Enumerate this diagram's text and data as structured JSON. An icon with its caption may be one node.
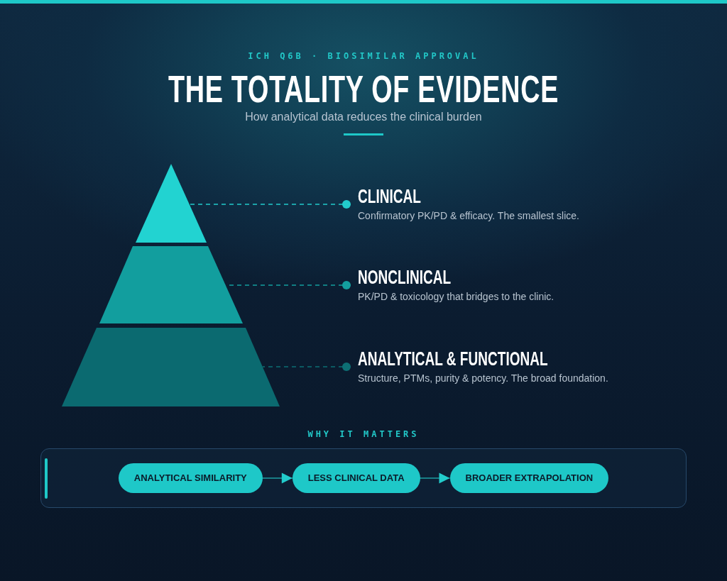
{
  "diagram": {
    "title": "THE TOTALITY OF EVIDENCE",
    "nodes": [
      {
        "text": [],
        "shape": "triangle"
      },
      {
        "text": [
          "CLINICAL",
          "Confirmatory PK/PD & efficacy. The smallest slice."
        ]
      },
      {
        "text": [],
        "shape": "trapezoid"
      },
      {
        "text": [
          "NONCLINICAL",
          "PK/PD & toxicology that bridges to the clinic."
        ]
      },
      {
        "text": [],
        "shape": "trapezoid"
      },
      {
        "text": [
          "ANALYTICAL & FUNCTIONAL",
          "Structure, PTMs, purity & potency. The broad foundation."
        ]
      },
      {
        "text": [
          "WHY IT MATTERS"
        ]
      },
      {
        "text": [
          "ANALYTICAL SIMILARITY"
        ],
        "in": 6
      },
      {
        "text": [
          "LESS CLINICAL DATA"
        ],
        "in": 6
      },
      {
        "text": [
          "BROADER EXTRAPOLATION"
        ],
        "in": 6
      }
    ],
    "edges": [
      {
        "from": 1,
        "to": 0,
        "arrow": "other",
        "style": "dashed"
      },
      {
        "from": 3,
        "to": 2,
        "arrow": "other",
        "style": "dashed",
        "color": "#139f9f"
      },
      {
        "from": 5,
        "to": 4,
        "arrow": "other",
        "style": "dashed",
        "color": "#0d6f74"
      },
      {
        "from": 7,
        "to": 8,
        "arrow": "to"
      },
      {
        "from": 8,
        "to": 9,
        "arrow": "to"
      }
    ],
    "labels": [
      "ICH Q6B · BIOSIMILAR APPROVAL",
      "How analytical data reduces the clinical burden"
    ]
  }
}
